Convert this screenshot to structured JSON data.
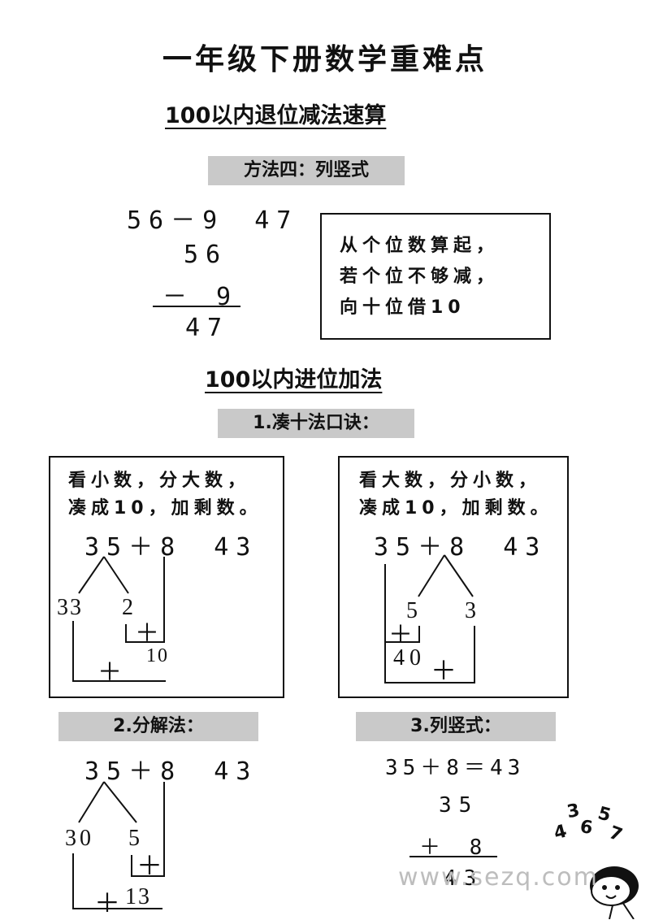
{
  "title": "一年级下册数学重难点",
  "section1": {
    "heading": "100以内退位减法速算",
    "method_label": "方法四：列竖式",
    "equation_left": "56－9",
    "equation_result": "47",
    "vertical": {
      "top": "56",
      "bottom": "－ 9",
      "result": "47"
    },
    "tip": [
      "从个位数算起，",
      "若个位不够减，",
      "向十位借10"
    ]
  },
  "section2": {
    "heading": "100以内进位加法",
    "method1_label": "1.凑十法口诀：",
    "left_box": {
      "rule": [
        "看小数，分大数，",
        "凑成10，加剩数。"
      ],
      "equation": "35＋8",
      "result": "43",
      "split_left": "33",
      "split_right": "2",
      "plus_small": "＋",
      "ten": "10",
      "plus_bottom": "＋"
    },
    "right_box": {
      "rule": [
        "看大数，分小数，",
        "凑成10，加剩数。"
      ],
      "equation": "35＋8",
      "result": "43",
      "split_left": "5",
      "split_right": "3",
      "plus_small": "＋",
      "forty": "40",
      "plus_bottom": "＋"
    },
    "method2_label": "2.分解法：",
    "decomp": {
      "equation": "35＋8",
      "result": "43",
      "split_left": "30",
      "split_right": "5",
      "plus_small": "＋",
      "plus_bottom": "＋",
      "bottom_num": "13"
    },
    "method3_label": "3.列竖式：",
    "vertical": {
      "equation": "35＋8＝43",
      "top": "35",
      "bottom": "＋ 8",
      "result": "43"
    }
  },
  "decoration": {
    "digits": [
      "3",
      "6",
      "5",
      "4",
      "7"
    ]
  },
  "watermark": "www.sezq.com"
}
